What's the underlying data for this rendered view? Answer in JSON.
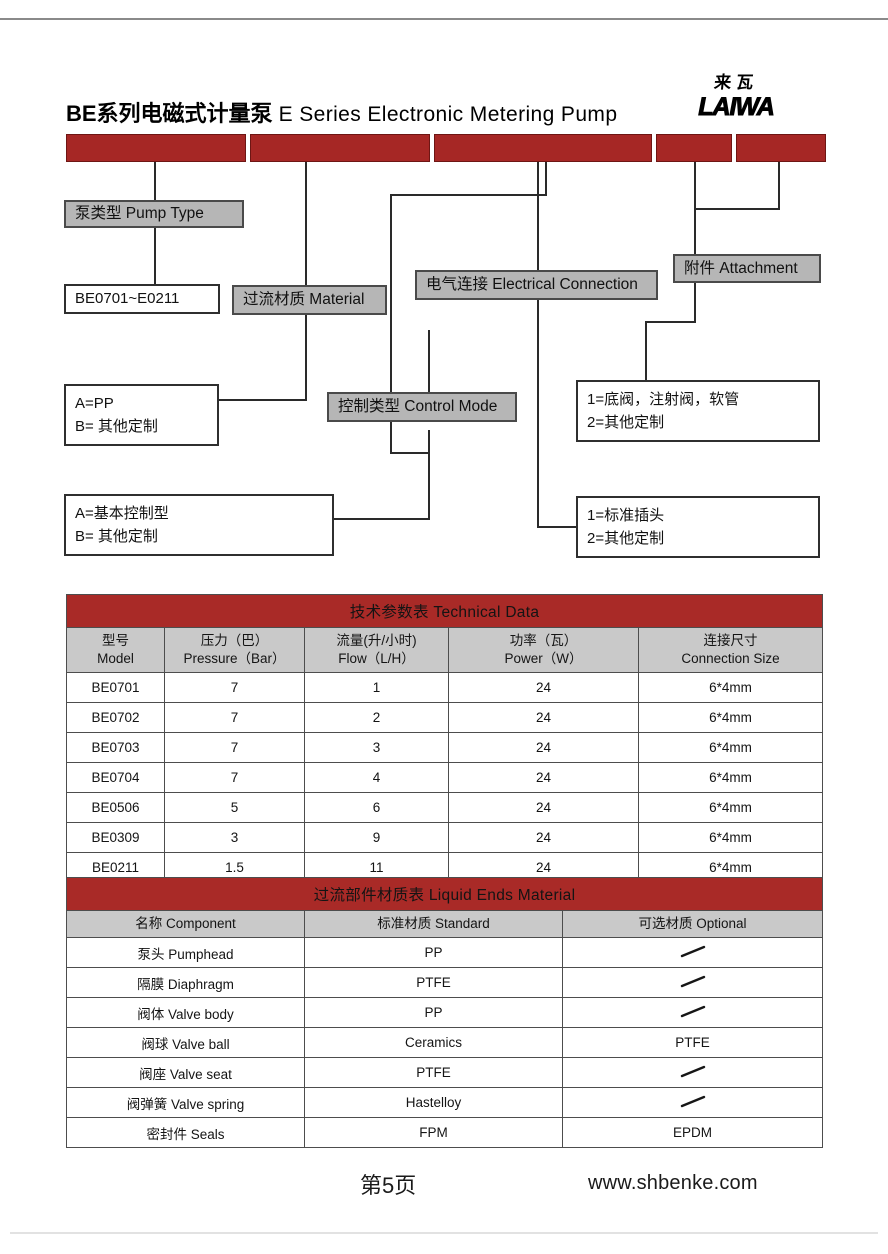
{
  "header": {
    "title_cn": "BE系列电磁式计量泵",
    "title_en": "E Series Electronic Metering  Pump",
    "logo_cn": "来瓦",
    "logo_en": "LAIWA"
  },
  "diagram": {
    "segments": [
      "",
      "",
      "",
      "",
      ""
    ],
    "boxes": {
      "pump_type": "泵类型 Pump Type",
      "pump_type_values": "BE0701~E0211",
      "material": "过流材质 Material",
      "material_a": "A=PP",
      "material_b": "B= 其他定制",
      "control_mode": "控制类型 Control Mode",
      "control_a": "A=基本控制型",
      "control_b": "B= 其他定制",
      "electrical": "电气连接 Electrical Connection",
      "electrical_1": "1=标准插头",
      "electrical_2": "2=其他定制",
      "attachment": "附件 Attachment",
      "attachment_1": "1=底阀，注射阀，软管",
      "attachment_2": "2=其他定制"
    }
  },
  "technical_data": {
    "title": "技术参数表  Technical Data",
    "columns": [
      {
        "cn": "型号",
        "en": "Model"
      },
      {
        "cn": "压力（巴）",
        "en": "Pressure（Bar）"
      },
      {
        "cn": "流量(升/小时)",
        "en": "Flow（L/H）"
      },
      {
        "cn": "功率（瓦）",
        "en": "Power（W）"
      },
      {
        "cn": "连接尺寸",
        "en": "Connection Size"
      }
    ],
    "rows": [
      [
        "BE0701",
        "7",
        "1",
        "24",
        "6*4mm"
      ],
      [
        "BE0702",
        "7",
        "2",
        "24",
        "6*4mm"
      ],
      [
        "BE0703",
        "7",
        "3",
        "24",
        "6*4mm"
      ],
      [
        "BE0704",
        "7",
        "4",
        "24",
        "6*4mm"
      ],
      [
        "BE0506",
        "5",
        "6",
        "24",
        "6*4mm"
      ],
      [
        "BE0309",
        "3",
        "9",
        "24",
        "6*4mm"
      ],
      [
        "BE0211",
        "1.5",
        "11",
        "24",
        "6*4mm"
      ]
    ]
  },
  "liquid_ends": {
    "title": "过流部件材质表 Liquid Ends Material",
    "columns": [
      "名称 Component",
      "标准材质 Standard",
      "可选材质 Optional"
    ],
    "rows": [
      [
        "泵头 Pumphead",
        "PP",
        ""
      ],
      [
        "隔膜 Diaphragm",
        "PTFE",
        ""
      ],
      [
        "阀体 Valve body",
        "PP",
        ""
      ],
      [
        "阀球 Valve ball",
        "Ceramics",
        "PTFE"
      ],
      [
        "阀座 Valve seat",
        "PTFE",
        ""
      ],
      [
        "阀弹簧 Valve spring",
        "Hastelloy",
        ""
      ],
      [
        "密封件 Seals",
        "FPM",
        "EPDM"
      ]
    ]
  },
  "footer": {
    "page": "第5页",
    "url": "www.shbenke.com"
  },
  "colors": {
    "brand_red": "#a62725",
    "gray_box": "#b6b6b6",
    "table_head": "#c9c9c9"
  }
}
